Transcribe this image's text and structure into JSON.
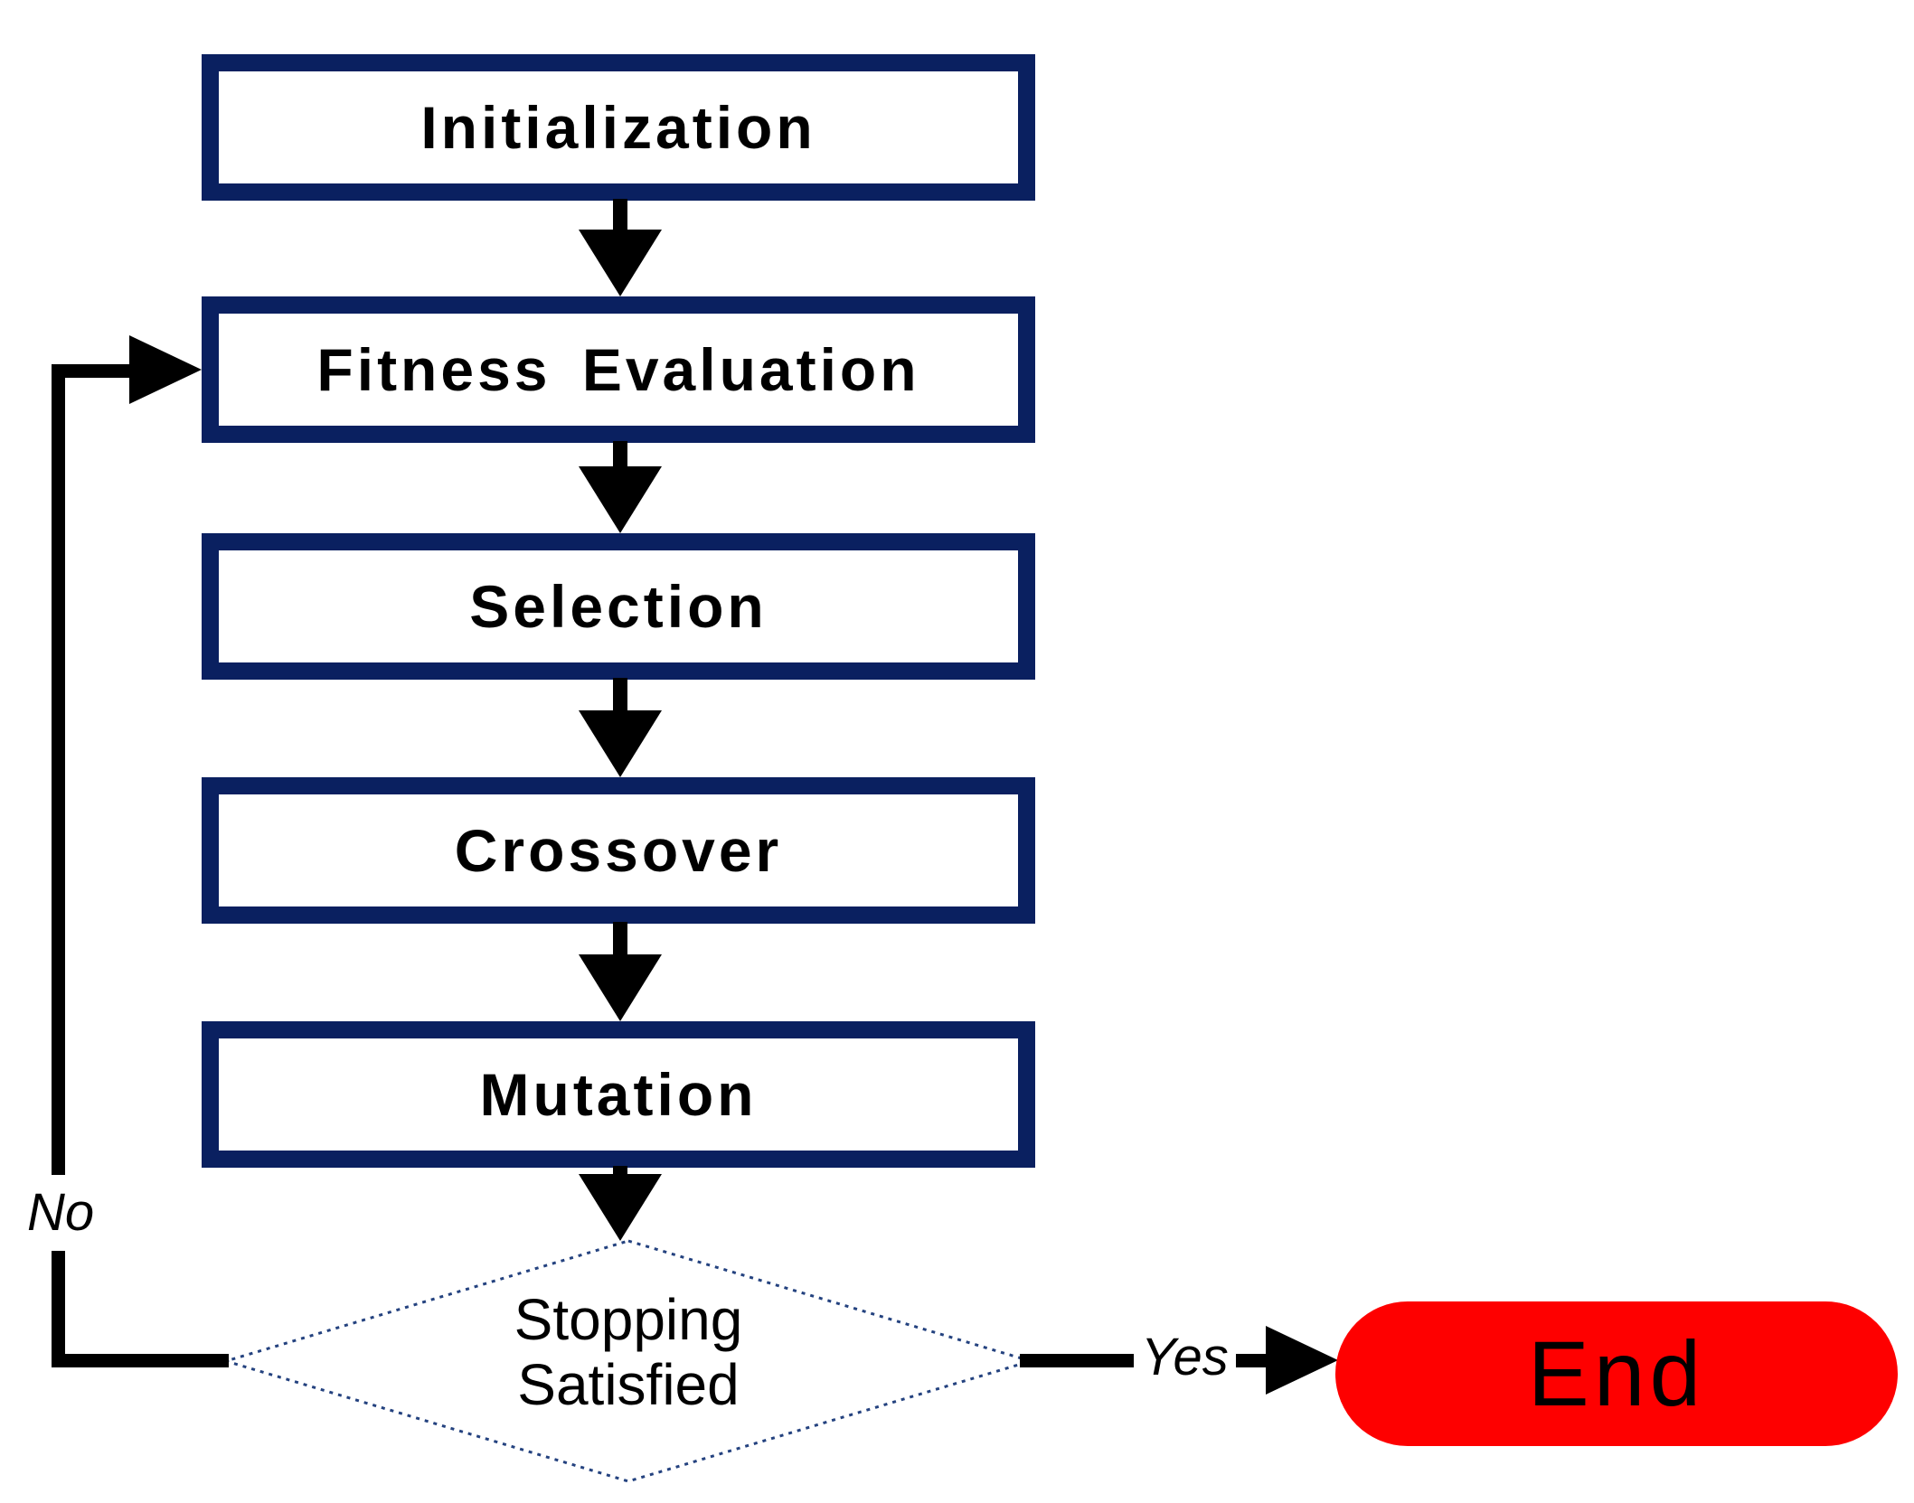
{
  "flow": {
    "steps": [
      {
        "id": "initialization",
        "label": "Initialization"
      },
      {
        "id": "fitness-evaluation",
        "label": "Fitness Evaluation"
      },
      {
        "id": "selection",
        "label": "Selection"
      },
      {
        "id": "crossover",
        "label": "Crossover"
      },
      {
        "id": "mutation",
        "label": "Mutation"
      }
    ],
    "decision": {
      "line1": "Stopping",
      "line2": "Satisfied"
    },
    "terminal": {
      "label": "End"
    },
    "branches": {
      "yes": "Yes",
      "no": "No"
    }
  },
  "colors": {
    "box_border": "#0a2060",
    "diamond_border": "#24427f",
    "end_fill": "#fe0000",
    "connector": "#000000",
    "text": "#000000",
    "background": "#ffffff"
  }
}
